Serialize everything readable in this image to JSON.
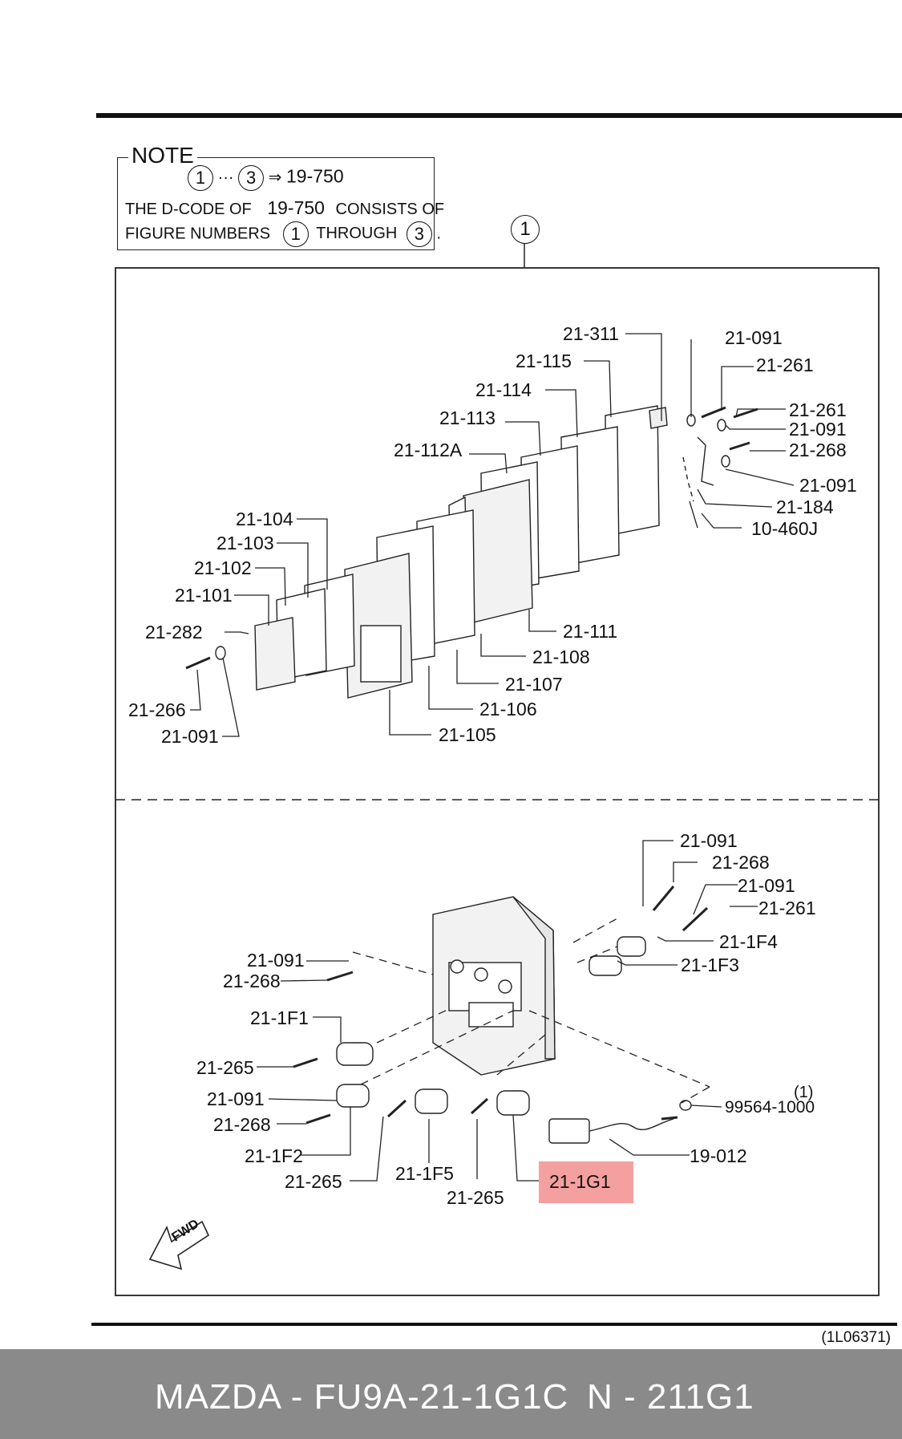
{
  "note": {
    "title": "NOTE",
    "ref_start": "1",
    "ellipsis": "···",
    "ref_end": "3",
    "arrow": "⇒",
    "ref_code": "19-750",
    "line2_a": "THE D-CODE OF",
    "line2_code": "19-750",
    "line2_b": "CONSISTS OF",
    "line3_a": "FIGURE NUMBERS",
    "line3_num1": "1",
    "line3_b": "THROUGH",
    "line3_num2": "3",
    "line3_end": "."
  },
  "figure_number": "1",
  "upper_labels": {
    "l_21_311": "21-311",
    "l_21_115": "21-115",
    "l_21_114": "21-114",
    "l_21_113": "21-113",
    "l_21_112a": "21-112A",
    "l_21_091_a": "21-091",
    "l_21_261_a": "21-261",
    "l_21_261_b": "21-261",
    "l_21_091_b": "21-091",
    "l_21_268": "21-268",
    "l_21_091_c": "21-091",
    "l_21_184": "21-184",
    "l_10_460j": "10-460J",
    "l_21_104": "21-104",
    "l_21_103": "21-103",
    "l_21_102": "21-102",
    "l_21_101": "21-101",
    "l_21_282": "21-282",
    "l_21_266": "21-266",
    "l_21_091_d": "21-091",
    "l_21_111": "21-111",
    "l_21_108": "21-108",
    "l_21_107": "21-107",
    "l_21_106": "21-106",
    "l_21_105": "21-105"
  },
  "lower_labels": {
    "l_21_091_e": "21-091",
    "l_21_268_b": "21-268",
    "l_21_091_f": "21-091",
    "l_21_261_c": "21-261",
    "l_21_1f4": "21-1F4",
    "l_21_1f3": "21-1F3",
    "l_21_091_g": "21-091",
    "l_21_268_c": "21-268",
    "l_21_1f1": "21-1F1",
    "l_21_265_a": "21-265",
    "l_21_091_h": "21-091",
    "l_21_268_d": "21-268",
    "l_21_1f2": "21-1F2",
    "l_21_265_b": "21-265",
    "l_21_1f5": "21-1F5",
    "l_21_265_c": "21-265",
    "l_21_1g1": "21-1G1",
    "l_1": "(1)",
    "l_99564": "99564-1000",
    "l_19_012": "19-012",
    "fwd": "FWD"
  },
  "colors": {
    "highlight": "#f4a0a0",
    "footer": "#8a8a8a"
  },
  "caption": "(1L06371)",
  "footer": {
    "part_number": "MAZDA - FU9A-21-1G1C",
    "ref": "N - 211G1"
  }
}
